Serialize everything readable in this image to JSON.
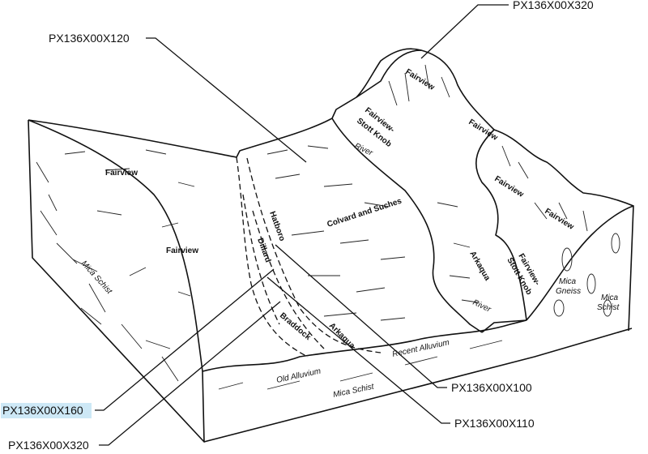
{
  "callouts": {
    "top_right": "PX136X00X320",
    "upper_left": "PX136X00X120",
    "lower_right_1": "PX136X00X100",
    "lower_right_2": "PX136X00X110",
    "lower_left_selected": "PX136X00X160",
    "lower_left_2": "PX136X00X320"
  },
  "highlight_color": "#cde8f6",
  "soils": {
    "fairview_top": "Fairview",
    "fairview_stott_top_1": "Fairview-",
    "fairview_stott_top_2": "Stott Knob",
    "fairview_right_1": "Fairview",
    "fairview_right_2": "Fairview",
    "fairview_right_3": "Fairview",
    "fairview_left_upper": "Fairview",
    "fairview_left_lower": "Fairview",
    "colvard_suches": "Colvard and Suches",
    "hatboro": "Hatboro",
    "dillard": "Dillard",
    "braddock": "Braddock",
    "arkaqua_left": "Arkaqua",
    "arkaqua_right": "Arkaqua",
    "fairview_stott_right_1": "Fairview-",
    "fairview_stott_right_2": "Stott Knob"
  },
  "geology": {
    "river_top": "River",
    "river_bottom": "River",
    "recent_alluvium": "Recent Alluvium",
    "old_alluvium": "Old Alluvium",
    "mica_schist_front": "Mica Schist",
    "mica_schist_left": "Mica Schist",
    "mica_gneiss_1": "Mica",
    "mica_gneiss_2": "Gneiss",
    "mica_schist_right_1": "Mica",
    "mica_schist_right_2": "Schist"
  }
}
